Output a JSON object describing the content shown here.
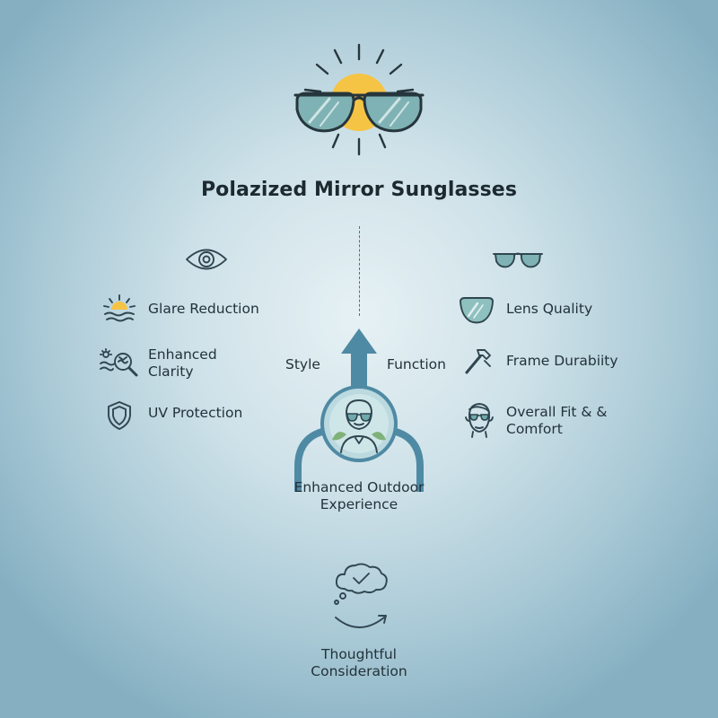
{
  "title": "Polazized Mirror Sunglasses",
  "left": {
    "header_icon": "eye-icon",
    "items": [
      {
        "label": "Glare Reduction",
        "icon": "sun-on-water-icon"
      },
      {
        "label": "Enhanced Clarity",
        "icon": "magnifier-clarity-icon"
      },
      {
        "label": "UV Protection",
        "icon": "shield-icon"
      }
    ]
  },
  "right": {
    "header_icon": "sunglasses-icon",
    "items": [
      {
        "label": "Lens Quality",
        "icon": "lens-icon"
      },
      {
        "label": "Frame Durabiity",
        "icon": "hammer-icon"
      },
      {
        "label": "Overall Fit & & Comfort",
        "icon": "face-sunglasses-icon"
      }
    ]
  },
  "center": {
    "left_label": "Style",
    "right_label": "Function",
    "result_label": "Enhanced Outdoor Experience",
    "result_icon": "person-sunglasses-icon"
  },
  "bottom": {
    "label": "Thoughtful Consideration",
    "icon": "thought-check-icon"
  },
  "colors": {
    "sun": "#f6c445",
    "lens": "#6fa9ac",
    "arrow": "#4f8aa4",
    "stroke": "#2f4650"
  }
}
